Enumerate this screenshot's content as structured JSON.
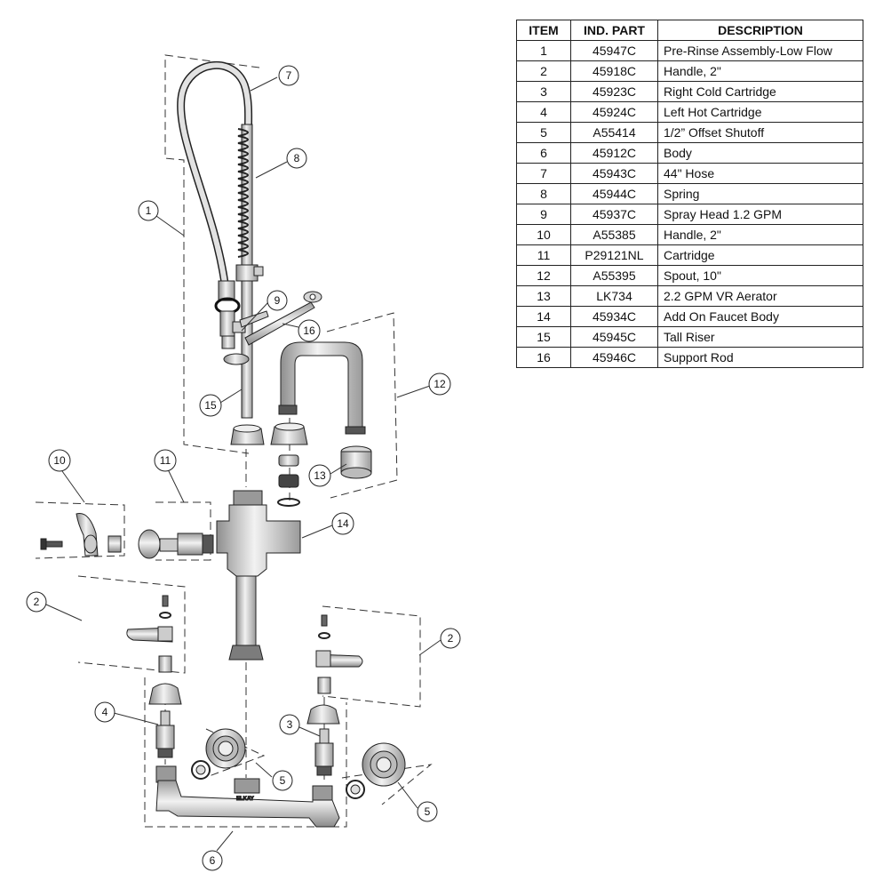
{
  "table": {
    "headers": [
      "ITEM",
      "IND. PART",
      "DESCRIPTION"
    ],
    "rows": [
      {
        "item": "1",
        "part": "45947C",
        "description": "Pre-Rinse Assembly-Low Flow"
      },
      {
        "item": "2",
        "part": "45918C",
        "description": "Handle, 2\""
      },
      {
        "item": "3",
        "part": "45923C",
        "description": "Right Cold Cartridge"
      },
      {
        "item": "4",
        "part": "45924C",
        "description": "Left Hot Cartridge"
      },
      {
        "item": "5",
        "part": "A55414",
        "description": "1/2” Offset Shutoff"
      },
      {
        "item": "6",
        "part": "45912C",
        "description": "Body"
      },
      {
        "item": "7",
        "part": "45943C",
        "description": "44\" Hose"
      },
      {
        "item": "8",
        "part": "45944C",
        "description": "Spring"
      },
      {
        "item": "9",
        "part": "45937C",
        "description": "Spray Head 1.2 GPM"
      },
      {
        "item": "10",
        "part": "A55385",
        "description": "Handle, 2\""
      },
      {
        "item": "11",
        "part": "P29121NL",
        "description": "Cartridge"
      },
      {
        "item": "12",
        "part": "A55395",
        "description": "Spout, 10\""
      },
      {
        "item": "13",
        "part": "LK734",
        "description": "2.2 GPM VR Aerator"
      },
      {
        "item": "14",
        "part": "45934C",
        "description": "Add On Faucet Body"
      },
      {
        "item": "15",
        "part": "45945C",
        "description": "Tall Riser"
      },
      {
        "item": "16",
        "part": "45946C",
        "description": "Support Rod"
      }
    ]
  },
  "callouts": {
    "c1": "1",
    "c2a": "2",
    "c2b": "2",
    "c3": "3",
    "c4": "4",
    "c5a": "5",
    "c5b": "5",
    "c6": "6",
    "c7": "7",
    "c8": "8",
    "c9": "9",
    "c10": "10",
    "c11": "11",
    "c12": "12",
    "c13": "13",
    "c14": "14",
    "c15": "15",
    "c16": "16"
  },
  "body_stamp": "ELKAY",
  "colors": {
    "line": "#222222",
    "part_fill": "#d9d9d9",
    "part_dark": "#9a9a9a",
    "background": "#ffffff"
  }
}
